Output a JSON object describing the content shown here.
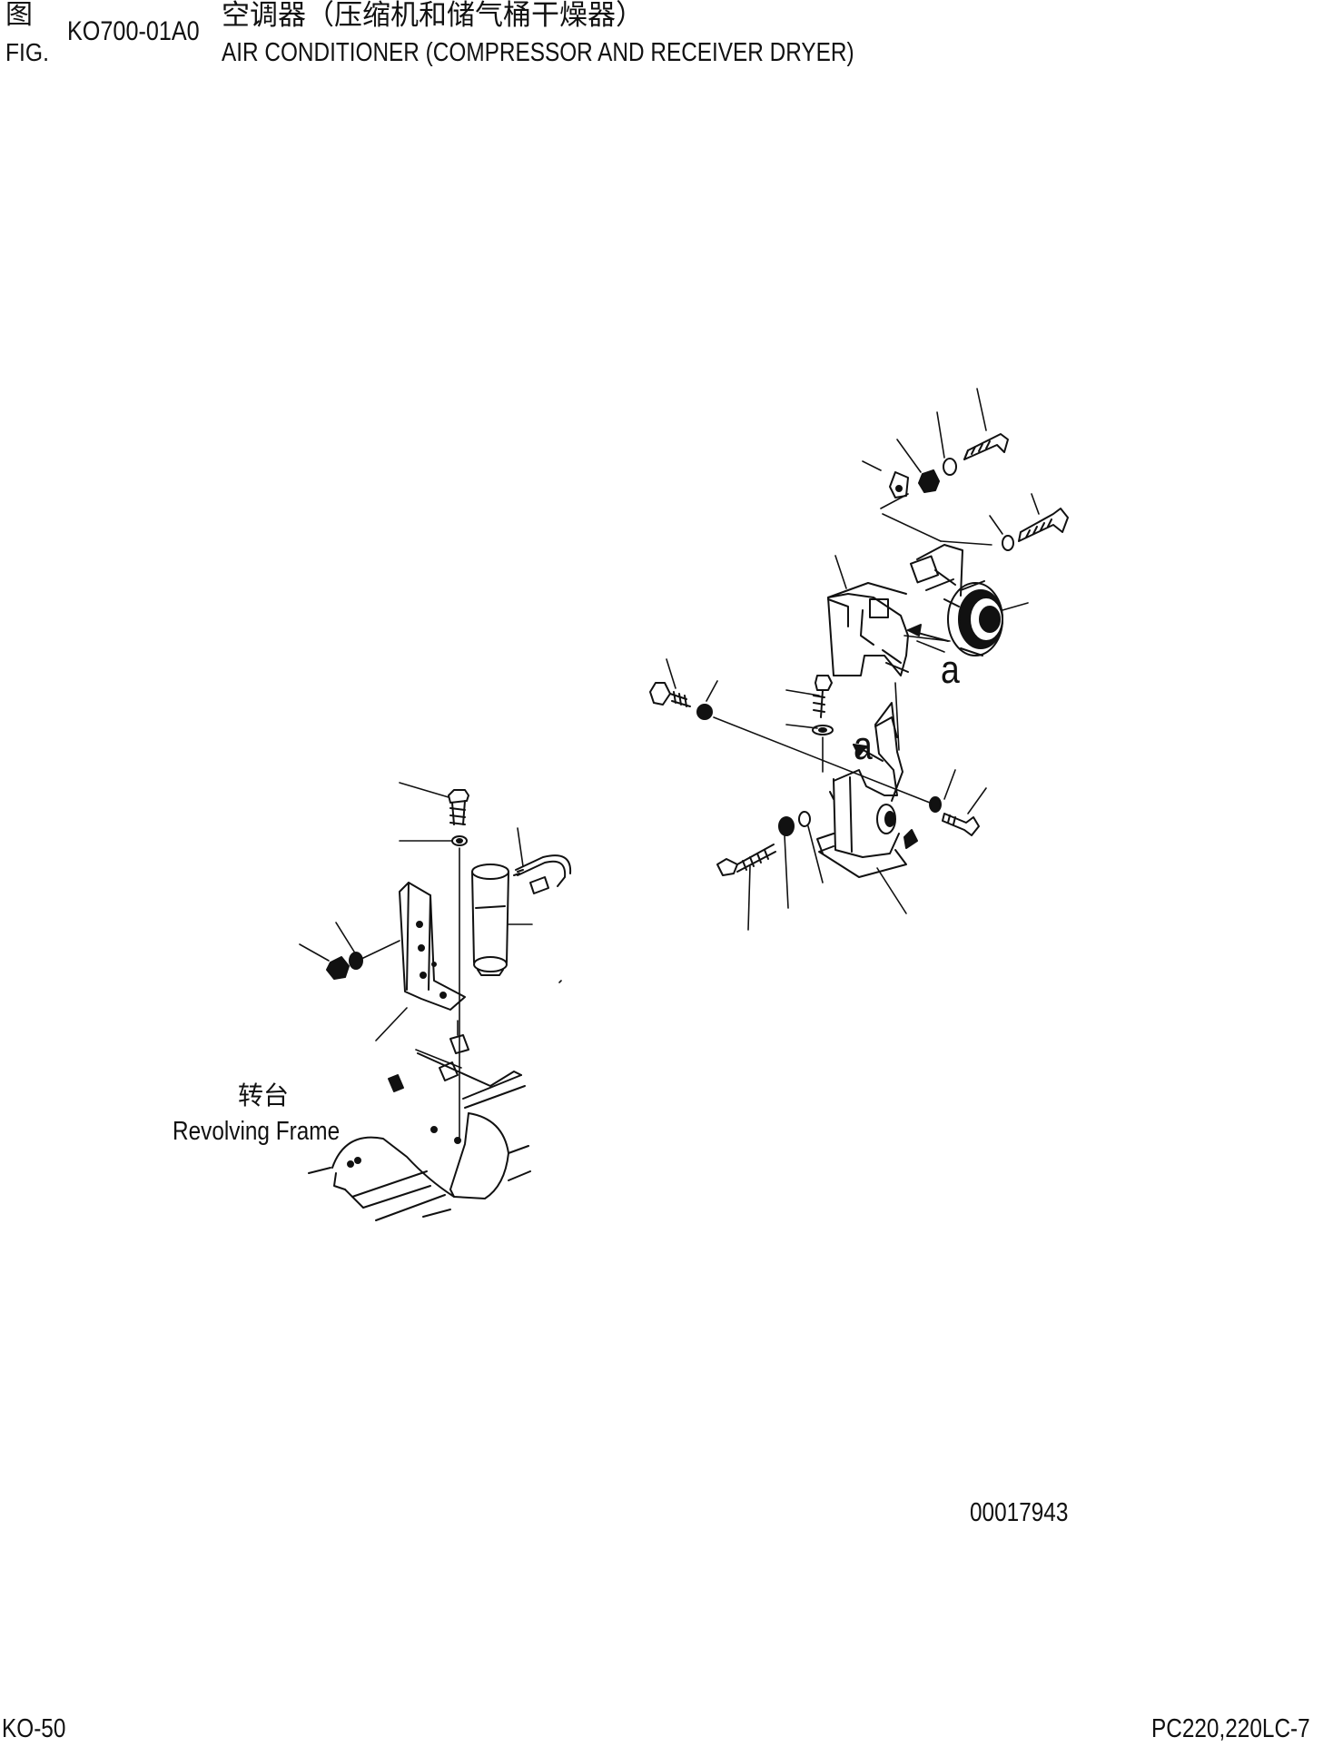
{
  "header": {
    "fig_label_cn": "图",
    "fig_label_en": "FIG.",
    "fig_number": "KO700-01A0",
    "title_cn": "空调器（压缩机和储气桶干燥器）",
    "title_en": "AIR CONDITIONER (COMPRESSOR AND RECEIVER DRYER)"
  },
  "diagram": {
    "callout_a_1": "a",
    "callout_a_2": "a",
    "revolving_frame_cn": "转台",
    "revolving_frame_en": "Revolving Frame",
    "drawing_number": "00017943"
  },
  "footer": {
    "page_code": "KO-50",
    "model": "PC220,220LC-7"
  },
  "colors": {
    "ink": "#111111",
    "paper": "#ffffff"
  }
}
